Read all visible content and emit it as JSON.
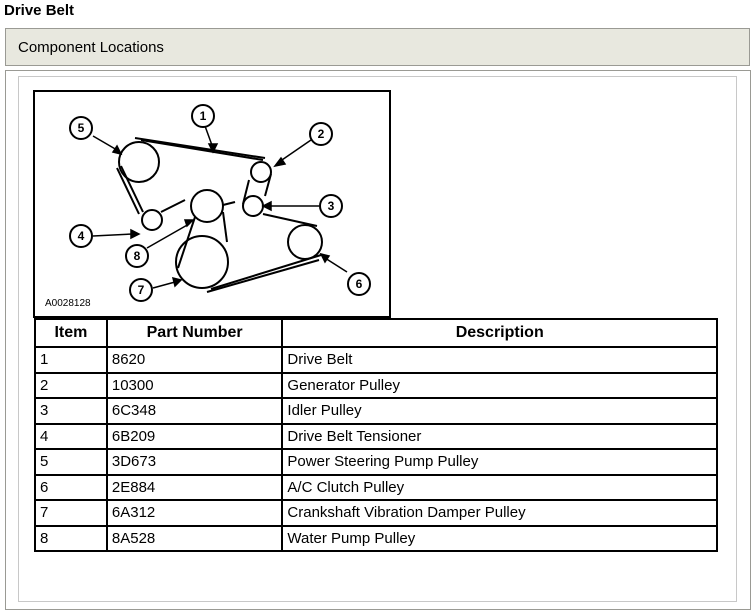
{
  "page": {
    "title": "Drive Belt",
    "section_label": "Component Locations"
  },
  "diagram": {
    "code": "A0028128",
    "callouts": [
      "1",
      "2",
      "3",
      "4",
      "5",
      "6",
      "7",
      "8"
    ]
  },
  "table": {
    "headers": [
      "Item",
      "Part Number",
      "Description"
    ],
    "rows": [
      {
        "item": "1",
        "part": "8620",
        "desc": "Drive Belt"
      },
      {
        "item": "2",
        "part": "10300",
        "desc": "Generator Pulley"
      },
      {
        "item": "3",
        "part": "6C348",
        "desc": "Idler Pulley"
      },
      {
        "item": "4",
        "part": "6B209",
        "desc": "Drive Belt Tensioner"
      },
      {
        "item": "5",
        "part": "3D673",
        "desc": "Power Steering Pump Pulley"
      },
      {
        "item": "6",
        "part": "2E884",
        "desc": "A/C Clutch Pulley"
      },
      {
        "item": "7",
        "part": "6A312",
        "desc": "Crankshaft Vibration Damper Pulley"
      },
      {
        "item": "8",
        "part": "8A528",
        "desc": "Water Pump Pulley"
      }
    ]
  }
}
